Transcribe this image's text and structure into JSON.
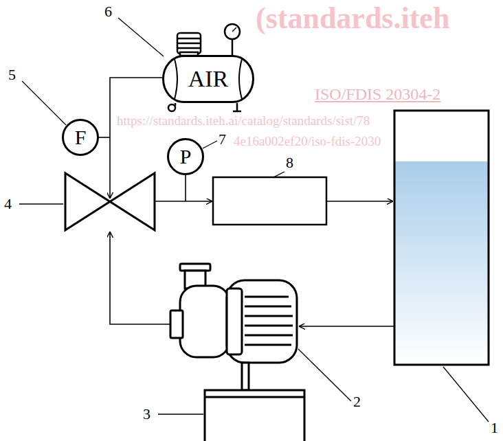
{
  "diagram": {
    "nodes": [
      {
        "text": [
          "AIR"
        ]
      },
      {
        "text": [
          "F"
        ]
      },
      {
        "text": [
          "P"
        ]
      }
    ],
    "labels": [
      "6",
      "5",
      "7",
      "8",
      "4",
      "3",
      "2",
      "1",
      "(standards.iteh",
      "ISO/FDIS 20304-2",
      "https://standards.iteh.ai/catalog/standards/sist/78",
      "4e16a002ef20/iso-fdis-2030"
    ]
  }
}
